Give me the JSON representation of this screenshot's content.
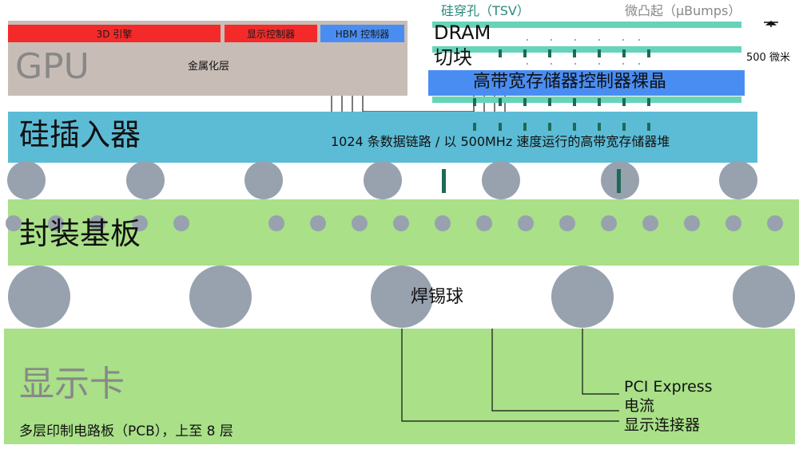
{
  "gpu": {
    "title": "GPU",
    "metal_layer": "金属化层",
    "blocks": {
      "engine": "3D 引擎",
      "display": "显示控制器",
      "hbm": "HBM 控制器"
    }
  },
  "hbm_stack": {
    "tsv": "硅穿孔（TSV）",
    "ubumps": "微凸起（μBumps）",
    "dram": "DRAM",
    "slice": "切块",
    "height_note": "500 微米",
    "controller_die": "高带宽存储器控制器裸晶"
  },
  "interposer": {
    "title": "硅插入器",
    "caption": "1024 条数据链路 / 以 500MHz 速度运行的高带宽存储器堆"
  },
  "substrate": {
    "title": "封装基板"
  },
  "solder": {
    "label": "焊锡球"
  },
  "board": {
    "title": "显示卡",
    "pcb": "多层印制电路板（PCB），上至 8 层",
    "connections": {
      "pcie": "PCI Express",
      "power": "电流",
      "display": "显示连接器"
    }
  },
  "colors": {
    "gpu_gray": "#c8bdb6",
    "engine_red": "#f42a2a",
    "hbm_blue": "#4a8df2",
    "interposer_blue": "#5cbcd6",
    "substrate_green": "#a9e088",
    "bump_gray": "#98a1ae",
    "tsv_green": "#66d4b8",
    "via_dark": "#1e6a55"
  }
}
